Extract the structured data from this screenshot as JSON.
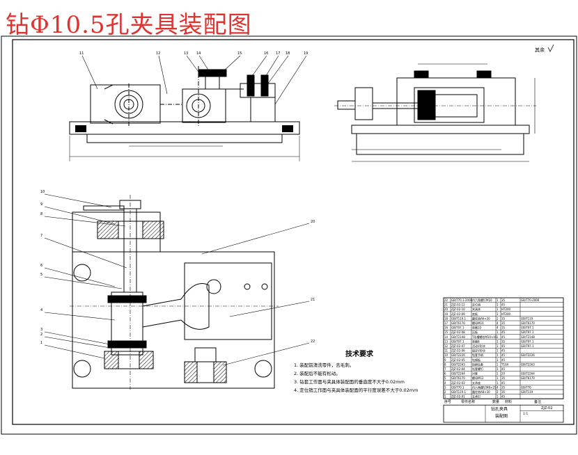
{
  "title": "钻Φ10.5孔夹具装配图",
  "surface_mark": "其余",
  "balloons_top": [
    "11",
    "12",
    "13",
    "14",
    "15",
    "16",
    "17",
    "18",
    "19"
  ],
  "balloons_left": [
    "10",
    "9",
    "8",
    "7",
    "6",
    "5",
    "4",
    "3",
    "2",
    "1"
  ],
  "balloons_right": [
    "20",
    "21",
    "22"
  ],
  "tech_requirements": {
    "heading": "技术要求",
    "items": [
      "1. 装配前清洗零件，去毛刺。",
      "2. 装配后不能有松动。",
      "3. 钻套工作面与夹具体装配面的垂直度不大于0.02mm",
      "4. 定位销工作面与夹具体装配面的平行度误差不大于0.02mm"
    ]
  },
  "bom": {
    "rows": [
      [
        "22",
        "GB/T70.1-2000",
        "内六角螺钉M10",
        "1",
        "35",
        "GB/T70-2000"
      ],
      [
        "21",
        "ZJZ-02-12",
        "定位销",
        "1",
        "45",
        ""
      ],
      [
        "20",
        "ZJZ-02-10",
        "夹具体",
        "1",
        "HT200",
        ""
      ],
      [
        "19",
        "ZJZ-02-09",
        "底板",
        "1",
        "HT200",
        ""
      ],
      [
        "18",
        "GB/T119.1",
        "圆柱销A6×20",
        "2",
        "35",
        "GB/T119"
      ],
      [
        "17",
        "GB/T6170",
        "螺母M10",
        "4",
        "35",
        "GB/T6170"
      ],
      [
        "16",
        "GB/T97.1",
        "垫圈10",
        "4",
        "35",
        "GB/T97.1"
      ],
      [
        "15",
        "ZJZ-02-08",
        "压板",
        "1",
        "45",
        "GB/T97.1"
      ],
      [
        "14",
        "GB/T2148",
        "T形槽螺栓M10×45",
        "1",
        "45",
        "GB/T2148"
      ],
      [
        "13",
        "GB/T97.1",
        "垫圈8",
        "1",
        "35",
        "GB/T97.1"
      ],
      [
        "12",
        "ZJZ-02-07",
        "活动V形块",
        "1",
        "45",
        "GB/T97.1"
      ],
      [
        "11",
        "ZJZ-02-06",
        "固定V形块",
        "1",
        "45",
        ""
      ],
      [
        "10",
        "GB/T2226",
        "钻套手柄",
        "1",
        "45",
        "GB/T2226"
      ],
      [
        "9",
        "ZJZ-02-05",
        "钻模板",
        "1",
        "45",
        ""
      ],
      [
        "8",
        "GB/T2263",
        "快换钻套",
        "1",
        "T10A",
        "GB/T2263"
      ],
      [
        "7",
        "ZJZ-02-04",
        "钻套螺钉",
        "1",
        "45",
        ""
      ],
      [
        "6",
        "GB/T2264",
        "衬套",
        "1",
        "20",
        "GB/T2264"
      ],
      [
        "5",
        "GB/T6170",
        "螺母M12",
        "1",
        "35",
        "GB/T6170"
      ],
      [
        "4",
        "ZJZ-02-03",
        "支承座",
        "1",
        "45",
        ""
      ],
      [
        "3",
        "GB/T70.1",
        "内六角螺钉M8×25",
        "4",
        "35",
        "GB/T70"
      ],
      [
        "2",
        "GB/T119.1",
        "圆柱销A8×30",
        "2",
        "35",
        "GB/T119"
      ],
      [
        "1",
        "ZJZ-02-01",
        "支承钉",
        "1",
        "45",
        ""
      ]
    ],
    "header": [
      "序号",
      "零件名称",
      "数量",
      "材料",
      "备注"
    ],
    "drawing_name": "钻孔夹具",
    "drawing_no": "ZJZ-02",
    "scale": "1:1",
    "assembly": "装配图"
  },
  "colors": {
    "ink": "#000000",
    "title": "#e0322e"
  }
}
